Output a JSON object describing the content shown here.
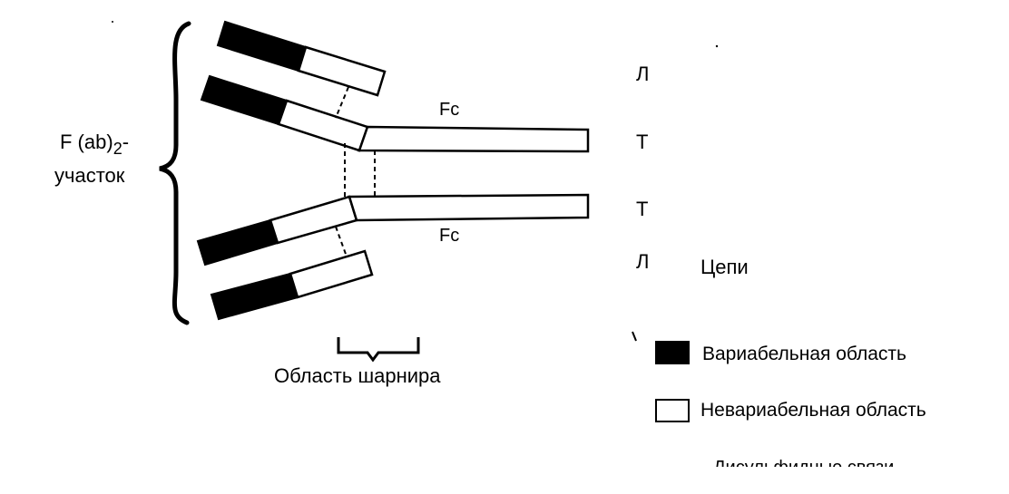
{
  "labels": {
    "fab_main": "F (ab)",
    "fab_sub": "2",
    "fab_dash": "-",
    "fab_region": "участок",
    "hinge_region": "Область шарнира",
    "fc_top": "Fc",
    "fc_bottom": "Fc",
    "chains": {
      "l_top": "Л",
      "t_top": "Т",
      "t_bottom": "Т",
      "l_bottom": "Л",
      "word": "Цепи"
    }
  },
  "legend": {
    "variable": {
      "label": "Вариабельная область",
      "color": "#000000"
    },
    "constant": {
      "label": "Невариабельная область",
      "color": "#ffffff"
    },
    "disulfide": {
      "label": "Дисульфидные связи"
    }
  }
}
